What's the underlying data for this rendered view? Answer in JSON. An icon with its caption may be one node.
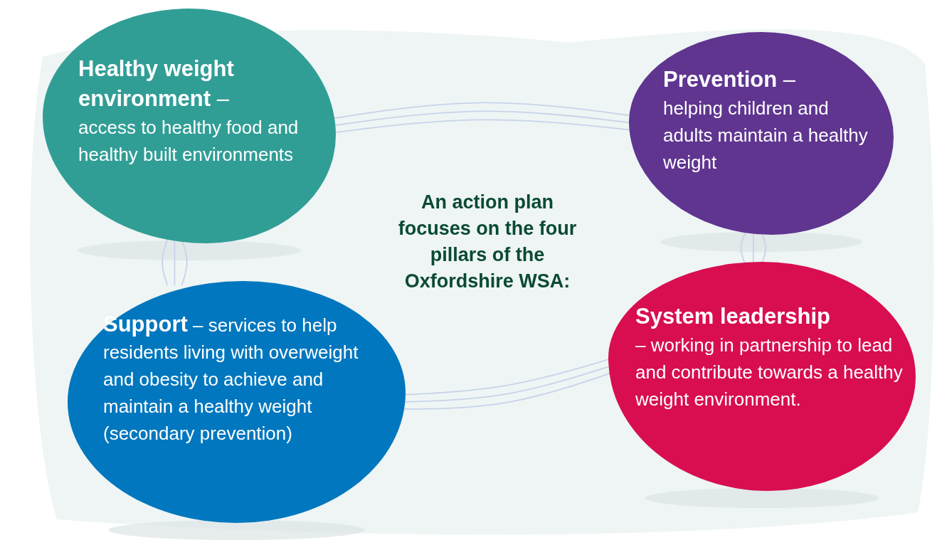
{
  "diagram": {
    "nodes": [
      {
        "text": [
          "**Healthy weight environment** –",
          "access to healthy food and healthy built environments"
        ]
      },
      {
        "text": [
          "**Prevention** –",
          "helping children and adults maintain a healthy weight"
        ]
      },
      {
        "text": [
          "**Support** – services to help residents living with overweight and obesity to achieve and maintain a healthy weight (secondary prevention)"
        ]
      },
      {
        "text": [
          "**System leadership**",
          "– working in partnership to lead and contribute towards a healthy weight environment."
        ]
      }
    ],
    "edges": [
      {
        "from": 0,
        "to": 1,
        "arrow": "none"
      },
      {
        "from": 0,
        "to": 2,
        "arrow": "none"
      },
      {
        "from": 1,
        "to": 3,
        "arrow": "none"
      },
      {
        "from": 2,
        "to": 3,
        "arrow": "none"
      }
    ],
    "labels": [
      "An action plan focuses on the four pillars of the Oxfordshire WSA:"
    ]
  }
}
